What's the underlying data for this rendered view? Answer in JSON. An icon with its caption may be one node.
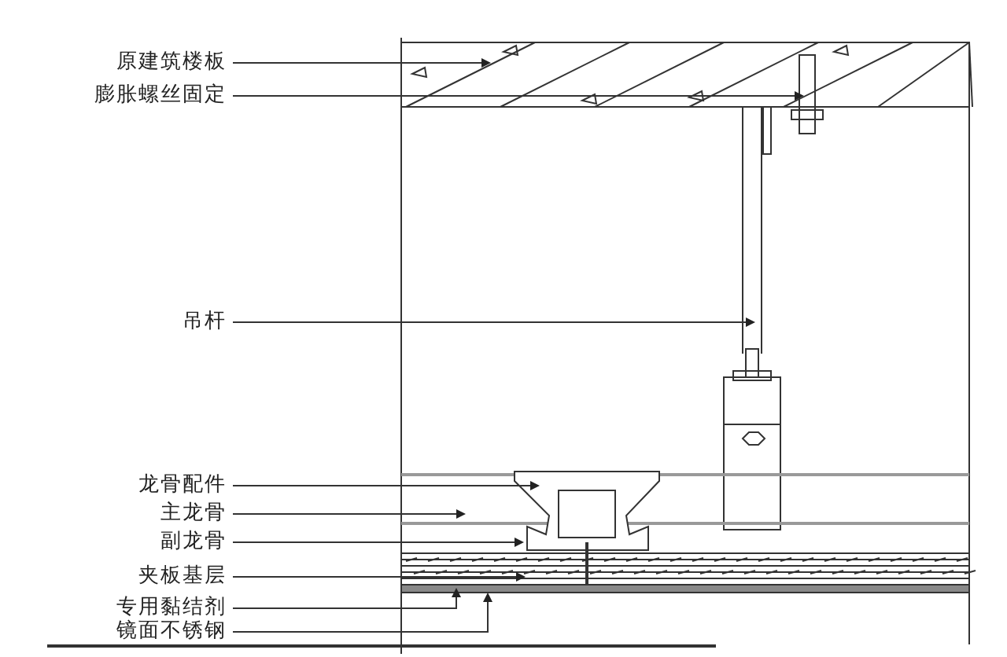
{
  "diagram": {
    "nodes": [
      {
        "text": [
          "原建筑楼板"
        ]
      },
      {
        "text": [
          "膨胀螺丝固定"
        ]
      },
      {
        "text": [
          "吊杆"
        ]
      },
      {
        "text": [
          "龙骨配件"
        ]
      },
      {
        "text": [
          "主龙骨"
        ]
      },
      {
        "text": [
          "副龙骨"
        ]
      },
      {
        "text": [
          "夹板基层"
        ]
      },
      {
        "text": [
          "专用黏结剂"
        ]
      },
      {
        "text": [
          "镜面不锈钢"
        ]
      }
    ],
    "edges": [
      {
        "from": 0,
        "to": null,
        "arrow": "to"
      },
      {
        "from": 1,
        "to": null,
        "arrow": "to"
      },
      {
        "from": 2,
        "to": null,
        "arrow": "to"
      },
      {
        "from": 3,
        "to": null,
        "arrow": "to"
      },
      {
        "from": 4,
        "to": null,
        "arrow": "to"
      },
      {
        "from": 5,
        "to": null,
        "arrow": "to"
      },
      {
        "from": 6,
        "to": null,
        "arrow": "to"
      },
      {
        "from": 7,
        "to": null,
        "arrow": "to"
      },
      {
        "from": 8,
        "to": null,
        "arrow": "to"
      }
    ]
  }
}
